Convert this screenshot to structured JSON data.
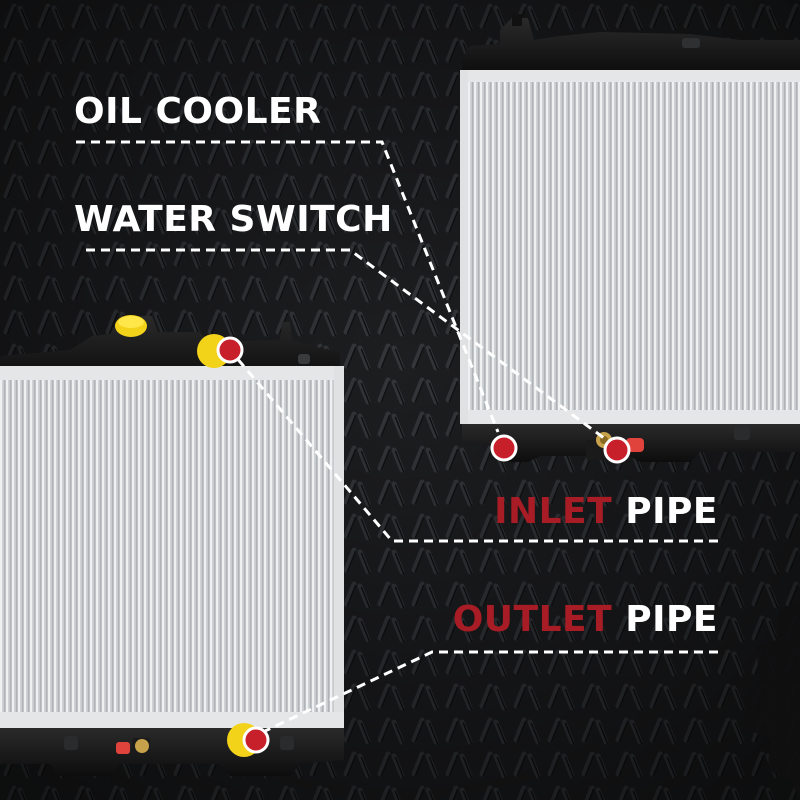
{
  "labels": {
    "oil_cooler": "OIL COOLER",
    "water_switch": "WATER SWITCH",
    "inlet": {
      "accent": "INLET",
      "rest": "PIPE"
    },
    "outlet": {
      "accent": "OUTLET",
      "rest": "PIPE"
    }
  },
  "colors": {
    "background": "#1c1d1f",
    "label_text": "#ffffff",
    "label_accent": "#a81d25",
    "leader_line": "#ffffff",
    "port_marker": "#c8202b",
    "cap_yellow": "#f3d21a",
    "radiator_core": "#cfd2d4",
    "radiator_tank": "#151515"
  },
  "icons": [
    "radiator-right-image",
    "radiator-left-image",
    "port-marker-icon",
    "radiator-cap-icon"
  ]
}
